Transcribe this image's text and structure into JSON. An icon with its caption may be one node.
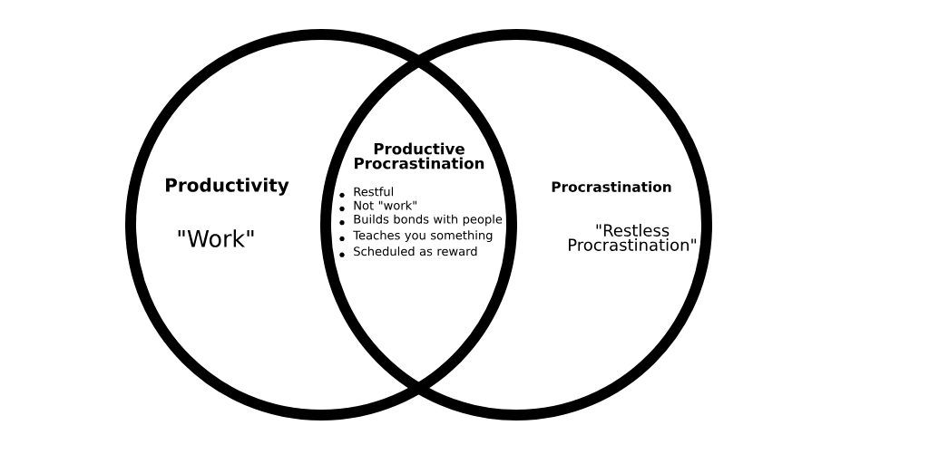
{
  "diagram": {
    "nodes": [
      {
        "text": [
          "Productivity",
          "\"Work\""
        ]
      },
      {
        "text": [
          "Procrastination",
          "\"Restless Procrastination\""
        ]
      }
    ],
    "labels": [
      "Productive Procrastination",
      "Restful",
      "Not \"work\"",
      "Builds bonds with people",
      "Teaches you something",
      "Scheduled as reward"
    ]
  }
}
